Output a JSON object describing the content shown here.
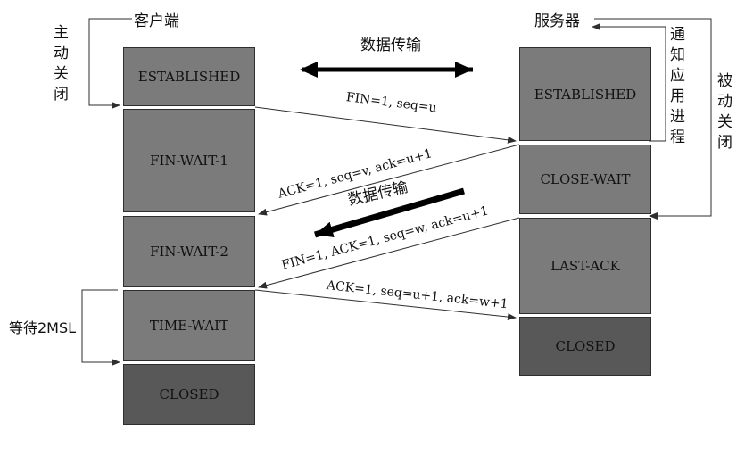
{
  "client": {
    "title": "客户端",
    "states": [
      "ESTABLISHED",
      "FIN-WAIT-1",
      "FIN-WAIT-2",
      "TIME-WAIT",
      "CLOSED"
    ]
  },
  "server": {
    "title": "服务器",
    "states": [
      "ESTABLISHED",
      "CLOSE-WAIT",
      "LAST-ACK",
      "CLOSED"
    ]
  },
  "labels": {
    "active_close": "主动关闭",
    "passive_close": "被动关闭",
    "notify_app": "通知应用进程",
    "data_transfer_top": "数据传输",
    "data_transfer_mid": "数据传输",
    "wait_2msl": "等待2MSL"
  },
  "messages": {
    "fin1": "FIN=1,  seq=u",
    "ack1": "ACK=1, seq=v, ack=u+1",
    "fin2": "FIN=1,  ACK=1,  seq=w, ack=u+1",
    "ack2": "ACK=1, seq=u+1, ack=w+1"
  },
  "colors": {
    "state_box": "#7b7b7b",
    "closed_box": "#585858",
    "line": "#2e2e2e"
  }
}
